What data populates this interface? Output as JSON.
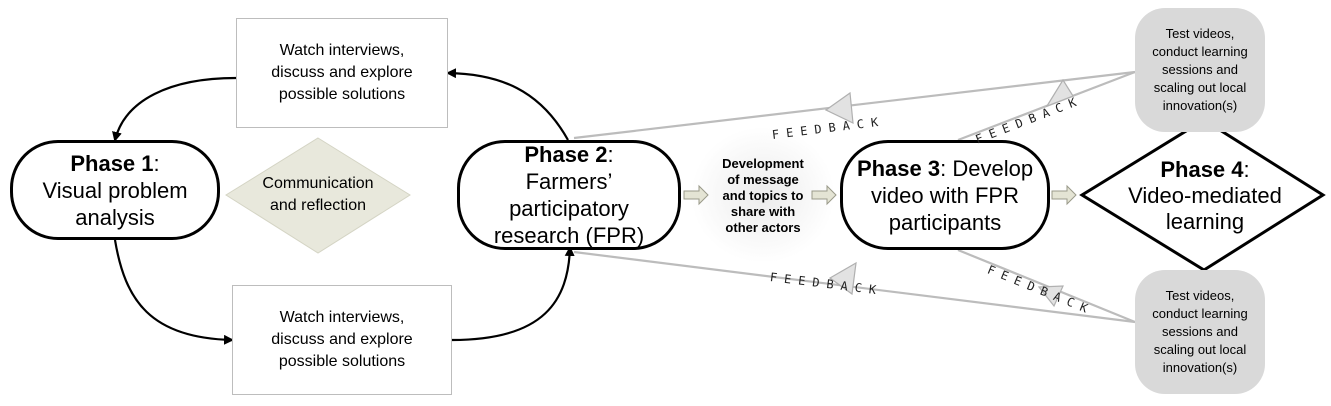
{
  "phase1": {
    "title": "Phase 1",
    "suffix": ":",
    "line2": "Visual problem",
    "line3": "analysis"
  },
  "phase2": {
    "title": "Phase 2",
    "suffix": ":",
    "line2": "Farmers’",
    "line3": "participatory",
    "line4": "research (FPR)"
  },
  "phase3": {
    "title": "Phase 3",
    "suffix": ": Develop",
    "line2": "video with FPR",
    "line3": "participants"
  },
  "phase4": {
    "title": "Phase 4",
    "suffix": ":",
    "line2": "Video-mediated",
    "line3": "learning"
  },
  "watch_top": {
    "line1": "Watch interviews,",
    "line2": "discuss and explore",
    "line3": "possible solutions"
  },
  "watch_bottom": {
    "line1": "Watch interviews,",
    "line2": "discuss and explore",
    "line3": "possible solutions"
  },
  "center_diamond": {
    "line1": "Communication",
    "line2": "and reflection"
  },
  "development": {
    "line1": "Development",
    "line2": "of message",
    "line3": "and topics to",
    "line4": "share with",
    "line5": "other actors"
  },
  "test_top": {
    "line1": "Test videos,",
    "line2": "conduct learning",
    "line3": "sessions and",
    "line4": "scaling out local",
    "line5": "innovation(s)"
  },
  "test_bottom": {
    "line1": "Test videos,",
    "line2": "conduct learning",
    "line3": "sessions and",
    "line4": "scaling out local",
    "line5": "innovation(s)"
  },
  "feedback_labels": {
    "top_left": "FEEDBACK",
    "top_right": "FEEDBACK",
    "bottom_left": "FEEDBACK",
    "bottom_right": "FEEDBACK"
  }
}
